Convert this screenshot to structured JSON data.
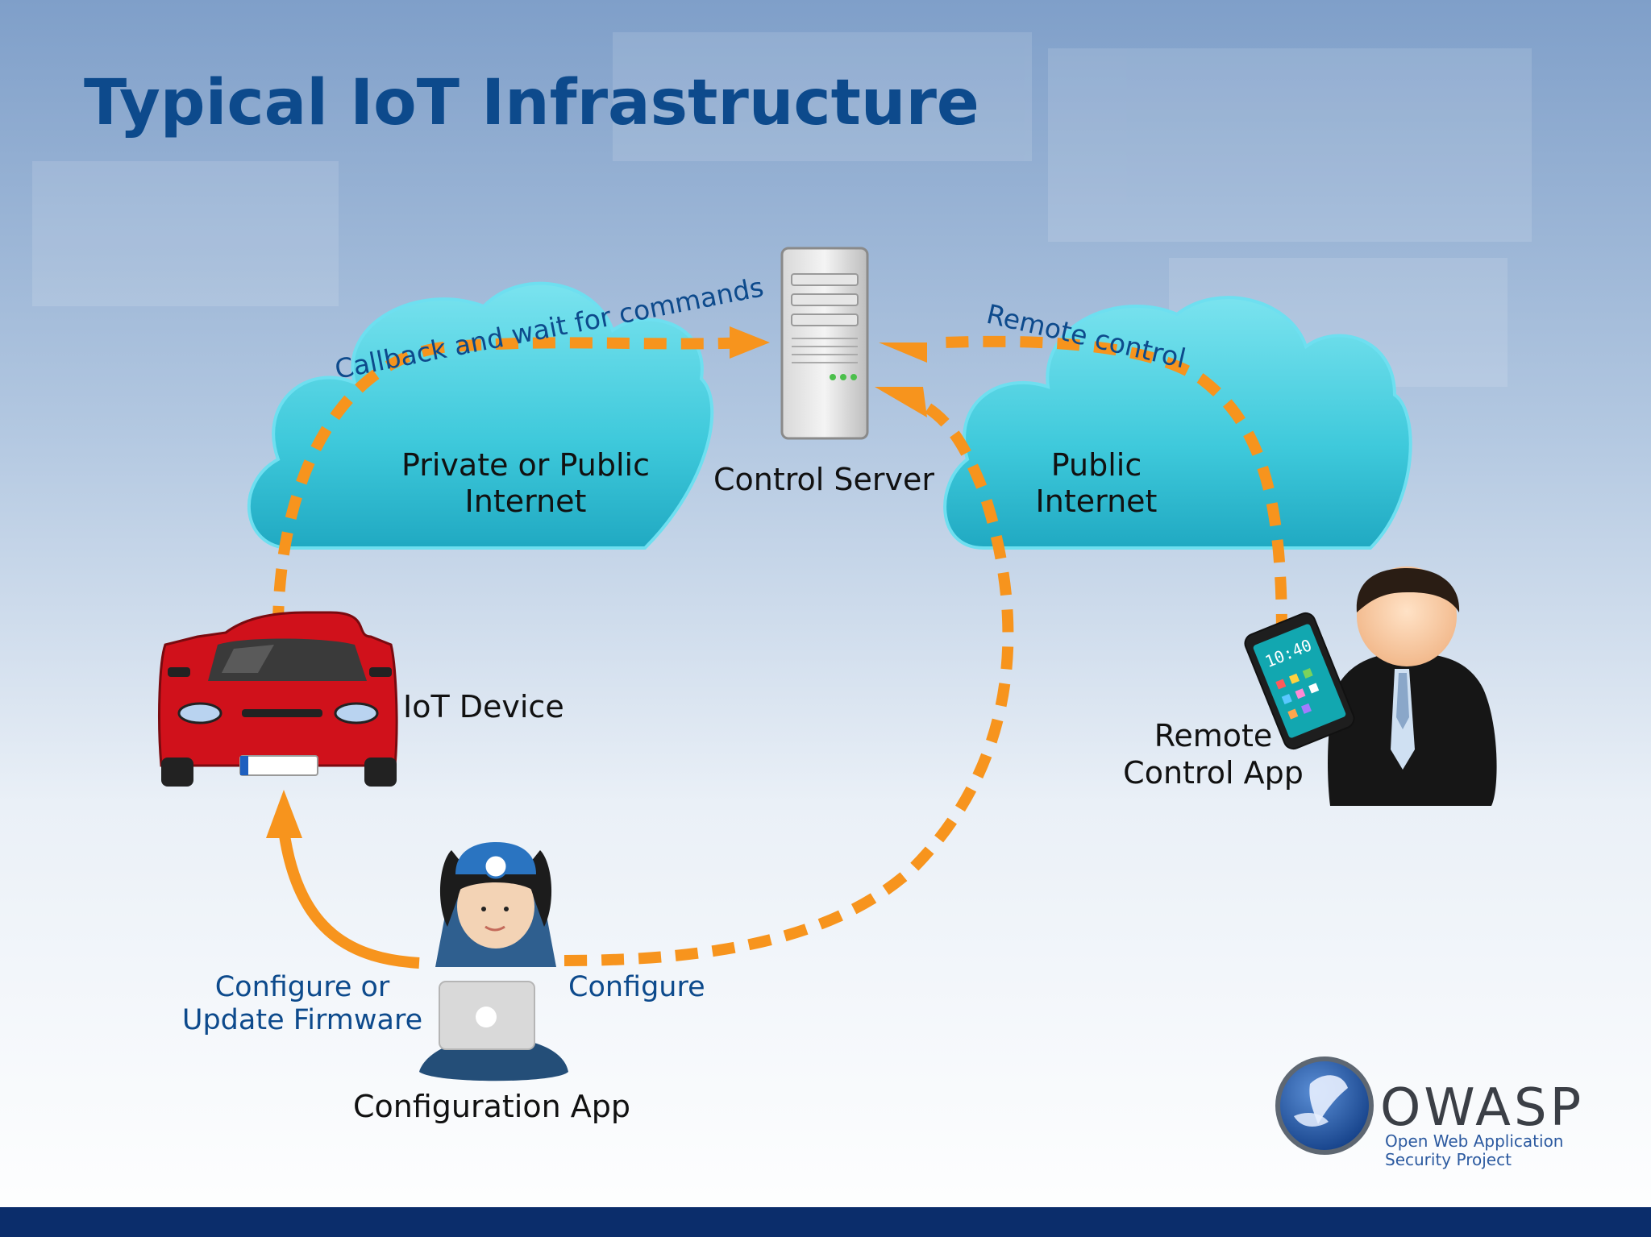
{
  "slide": {
    "title": "Typical IoT Infrastructure"
  },
  "colors": {
    "accent_arrow": "#f7941d",
    "title_blue": "#0d4a8c",
    "cloud_cyan": "#3ec9db",
    "footer_bar": "#0b2d6b",
    "car_red": "#d0111b"
  },
  "nodes": {
    "control_server": "Control Server",
    "private_cloud_line1": "Private or Public",
    "private_cloud_line2": "Internet",
    "public_cloud_line1": "Public",
    "public_cloud_line2": "Internet",
    "iot_device": "IoT Device",
    "remote_app_line1": "Remote",
    "remote_app_line2": "Control App",
    "config_app": "Configuration App"
  },
  "connections": {
    "callback": "Callback and wait for commands",
    "remote_control": "Remote control",
    "configure": "Configure",
    "configure_or_line1": "Configure or",
    "configure_or_line2": "Update Firmware"
  },
  "phone": {
    "time": "10:40"
  },
  "logo": {
    "name": "OWASP",
    "subtitle_line1": "Open Web Application",
    "subtitle_line2": "Security Project"
  },
  "icons": [
    "server-icon",
    "cloud-icon",
    "car-icon",
    "person-with-phone-icon",
    "engineer-with-laptop-icon",
    "owasp-wasp-icon"
  ]
}
